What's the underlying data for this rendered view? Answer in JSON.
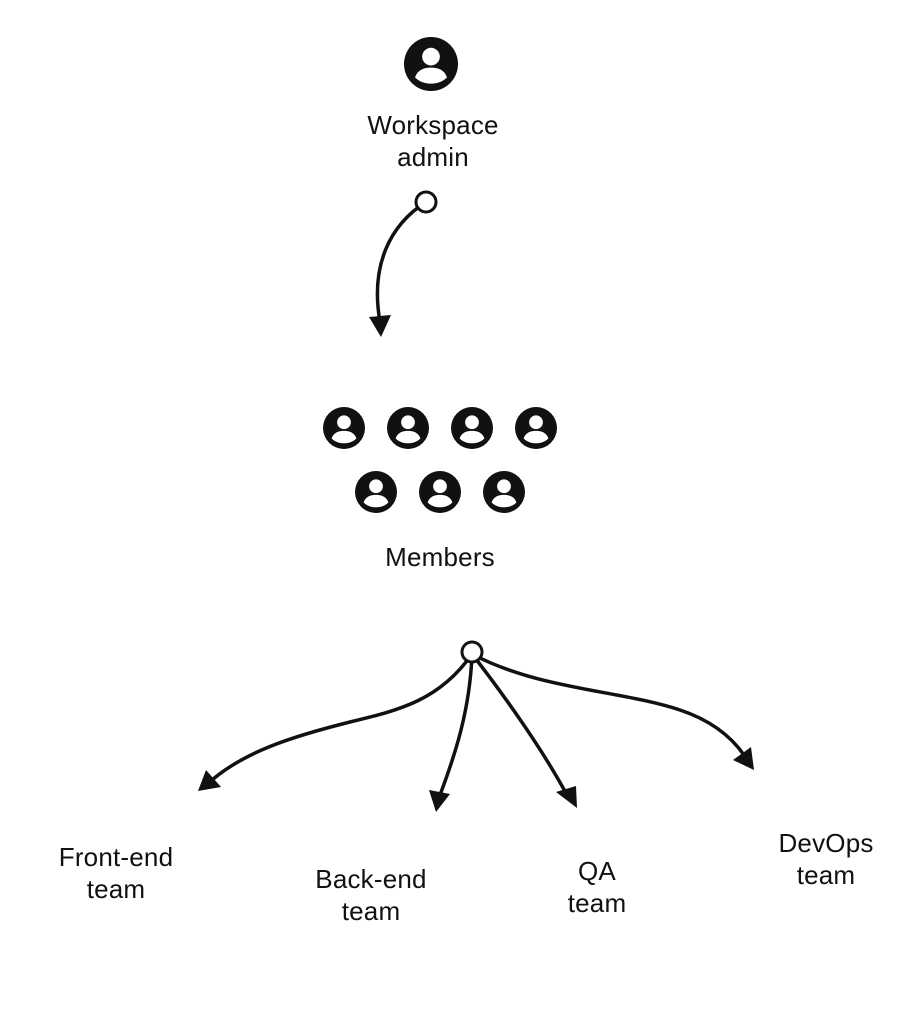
{
  "nodes": {
    "admin": {
      "line1": "Workspace",
      "line2": "admin",
      "icon": "user-icon"
    },
    "members": {
      "label": "Members",
      "icon": "user-icon",
      "count": 7
    },
    "teams": [
      {
        "line1": "Front-end",
        "line2": "team"
      },
      {
        "line1": "Back-end",
        "line2": "team"
      },
      {
        "line1": "QA",
        "line2": "team"
      },
      {
        "line1": "DevOps",
        "line2": "team"
      }
    ]
  },
  "colors": {
    "stroke": "#111111",
    "background": "#ffffff"
  }
}
